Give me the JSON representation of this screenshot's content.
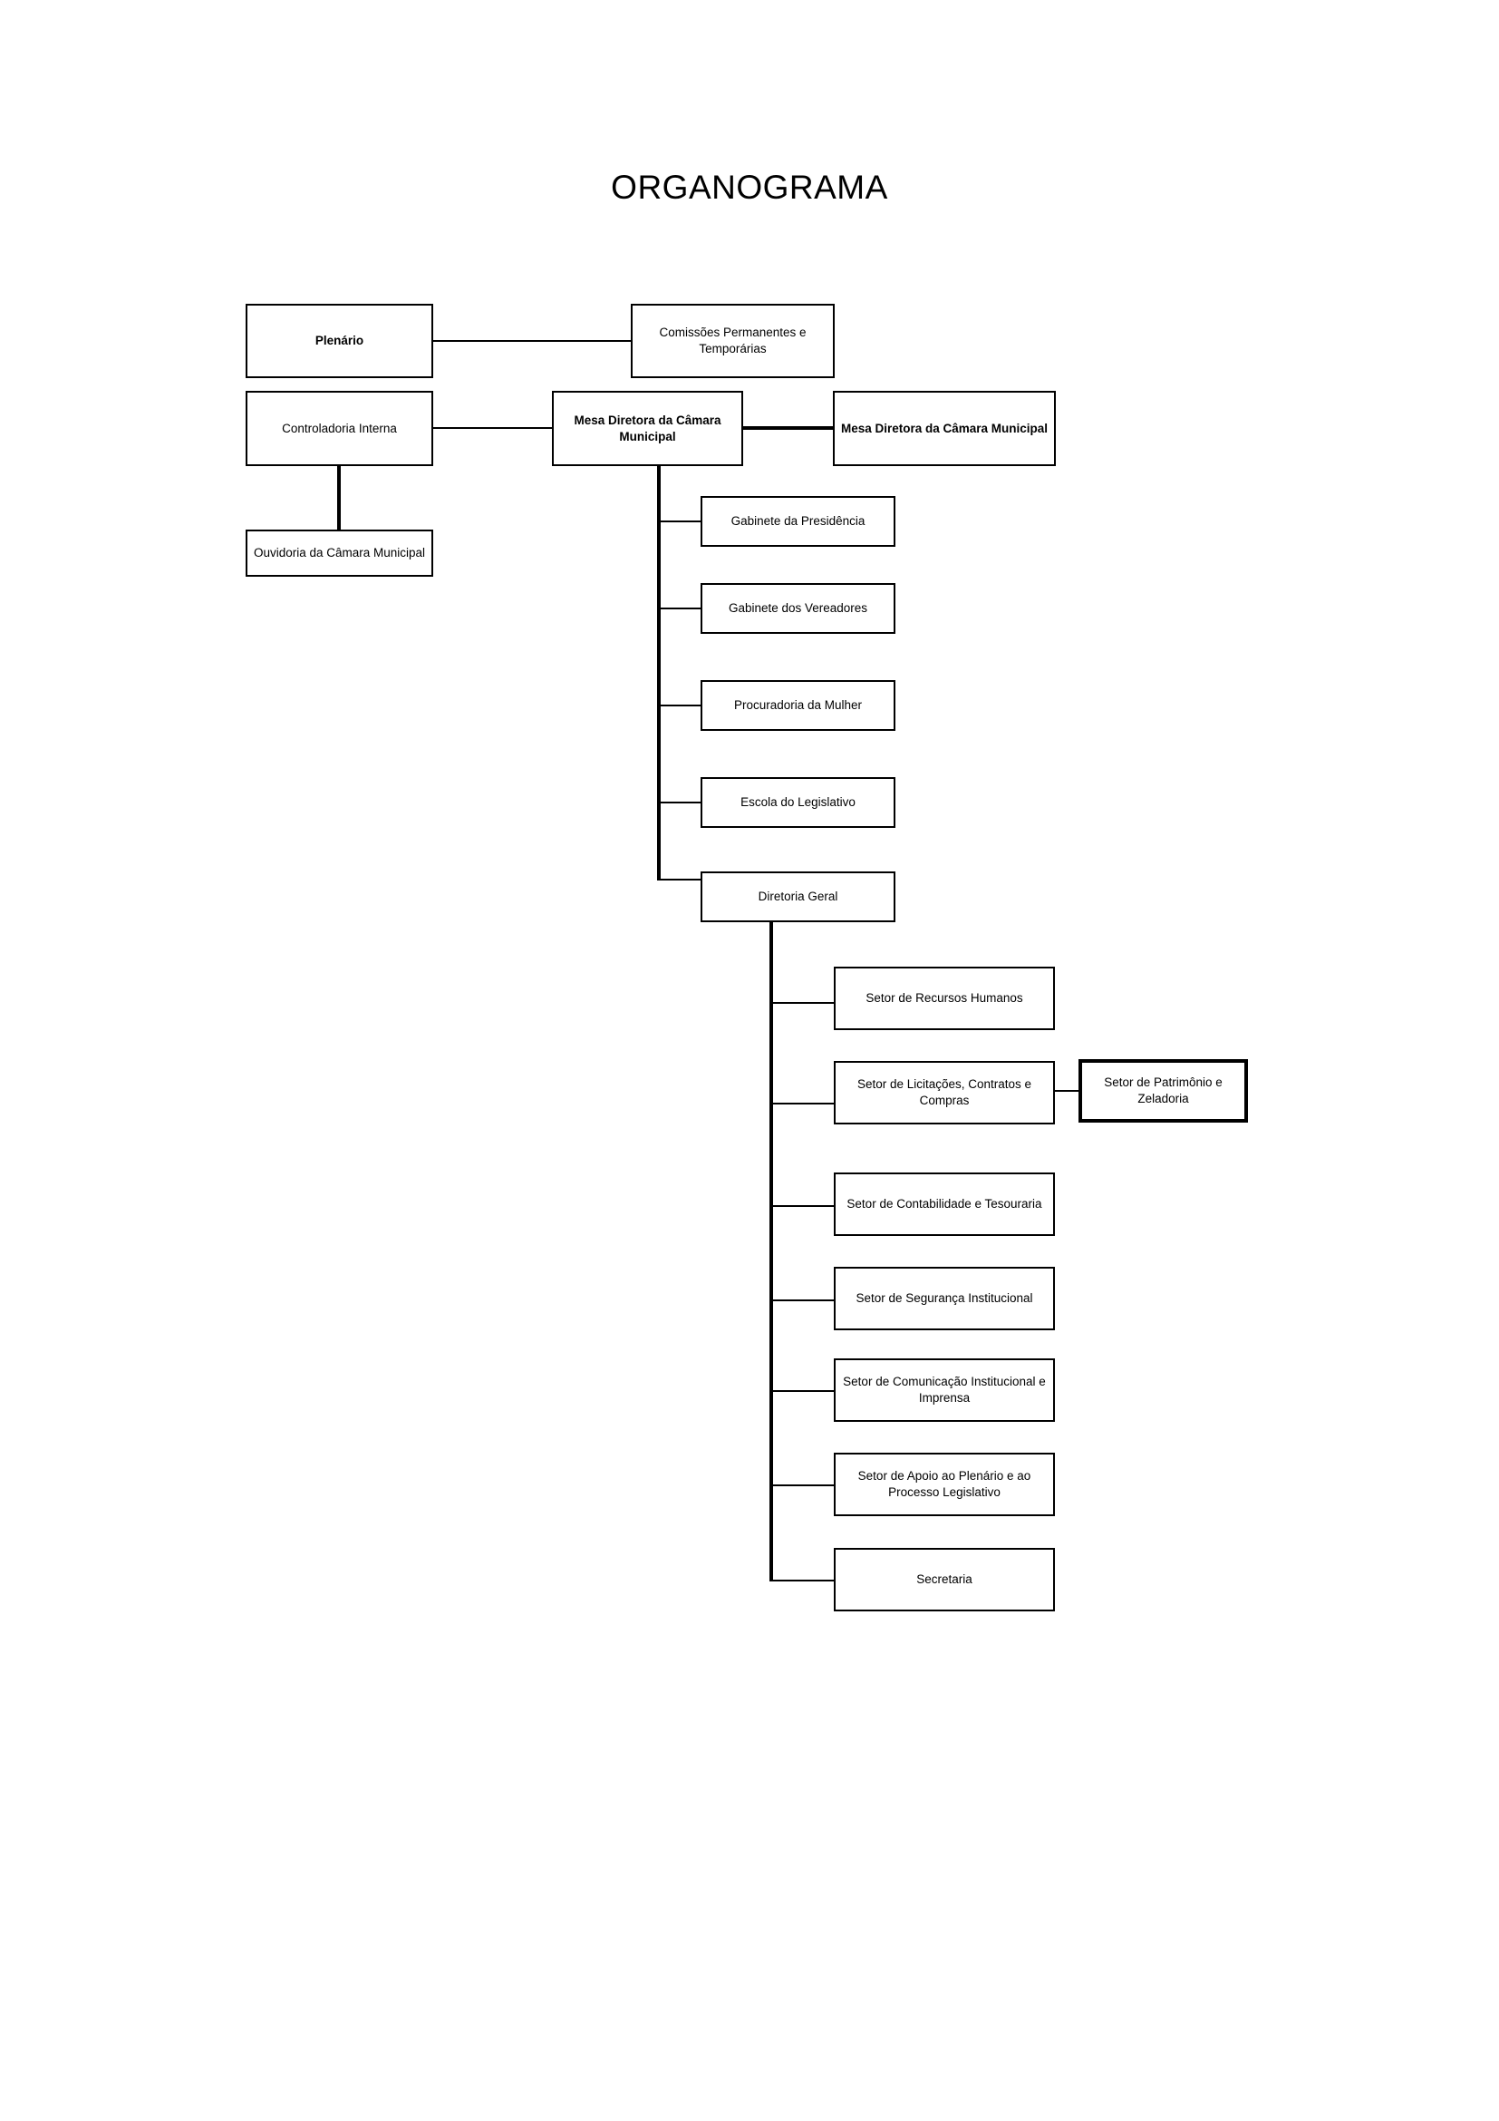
{
  "title": "ORGANOGRAMA",
  "chart_data": {
    "type": "diagram",
    "diagram_kind": "organizational-chart",
    "title": "ORGANOGRAMA",
    "nodes": [
      {
        "id": "plenario",
        "label": "Plenário",
        "bold": true,
        "thick": false
      },
      {
        "id": "comissoes",
        "label": "Comissões Permanentes e\nTemporárias",
        "bold": false,
        "thick": false
      },
      {
        "id": "controladoria",
        "label": "Controladoria Interna",
        "bold": false,
        "thick": false
      },
      {
        "id": "mesa-diretora",
        "label": "Mesa Diretora da Câmara\nMunicipal",
        "bold": true,
        "thick": false
      },
      {
        "id": "mesa-diretora-2",
        "label": "Mesa Diretora da Câmara Municipal",
        "bold": true,
        "thick": false
      },
      {
        "id": "ouvidoria",
        "label": "Ouvidoria da Câmara Municipal",
        "bold": false,
        "thick": false
      },
      {
        "id": "gab-presidencia",
        "label": "Gabinete da Presidência",
        "bold": false,
        "thick": false
      },
      {
        "id": "gab-vereadores",
        "label": "Gabinete dos Vereadores",
        "bold": false,
        "thick": false
      },
      {
        "id": "proc-mulher",
        "label": "Procuradoria da Mulher",
        "bold": false,
        "thick": false
      },
      {
        "id": "escola-legis",
        "label": "Escola do Legislativo",
        "bold": false,
        "thick": false
      },
      {
        "id": "diretoria-geral",
        "label": "Diretoria Geral",
        "bold": false,
        "thick": false
      },
      {
        "id": "rh",
        "label": "Setor de Recursos Humanos",
        "bold": false,
        "thick": false
      },
      {
        "id": "licitacoes",
        "label": "Setor de Licitações, Contratos e\nCompras",
        "bold": false,
        "thick": false
      },
      {
        "id": "patrimonio",
        "label": "Setor de Patrimônio e\nZeladoria",
        "bold": false,
        "thick": true
      },
      {
        "id": "contabilidade",
        "label": "Setor de Contabilidade e Tesouraria",
        "bold": false,
        "thick": false
      },
      {
        "id": "seguranca",
        "label": "Setor de Segurança Institucional",
        "bold": false,
        "thick": false
      },
      {
        "id": "comunicacao",
        "label": "Setor de Comunicação Institucional e\nImprensa",
        "bold": false,
        "thick": false
      },
      {
        "id": "apoio-plenario",
        "label": "Setor de Apoio ao Plenário e ao\nProcesso Legislativo",
        "bold": false,
        "thick": false
      },
      {
        "id": "secretaria",
        "label": "Secretaria",
        "bold": false,
        "thick": false
      }
    ],
    "edges": [
      {
        "from": "plenario",
        "to": "comissoes"
      },
      {
        "from": "controladoria",
        "to": "mesa-diretora"
      },
      {
        "from": "mesa-diretora",
        "to": "mesa-diretora-2"
      },
      {
        "from": "controladoria",
        "to": "ouvidoria"
      },
      {
        "from": "mesa-diretora",
        "to": "gab-presidencia"
      },
      {
        "from": "mesa-diretora",
        "to": "gab-vereadores"
      },
      {
        "from": "mesa-diretora",
        "to": "proc-mulher"
      },
      {
        "from": "mesa-diretora",
        "to": "escola-legis"
      },
      {
        "from": "mesa-diretora",
        "to": "diretoria-geral"
      },
      {
        "from": "diretoria-geral",
        "to": "rh"
      },
      {
        "from": "diretoria-geral",
        "to": "licitacoes"
      },
      {
        "from": "licitacoes",
        "to": "patrimonio"
      },
      {
        "from": "diretoria-geral",
        "to": "contabilidade"
      },
      {
        "from": "diretoria-geral",
        "to": "seguranca"
      },
      {
        "from": "diretoria-geral",
        "to": "comunicacao"
      },
      {
        "from": "diretoria-geral",
        "to": "apoio-plenario"
      },
      {
        "from": "diretoria-geral",
        "to": "secretaria"
      }
    ],
    "colors": {
      "background": "#ffffff",
      "box_fill": "#ffffff",
      "box_border": "#000000",
      "connector": "#000000",
      "text": "#000000"
    }
  }
}
